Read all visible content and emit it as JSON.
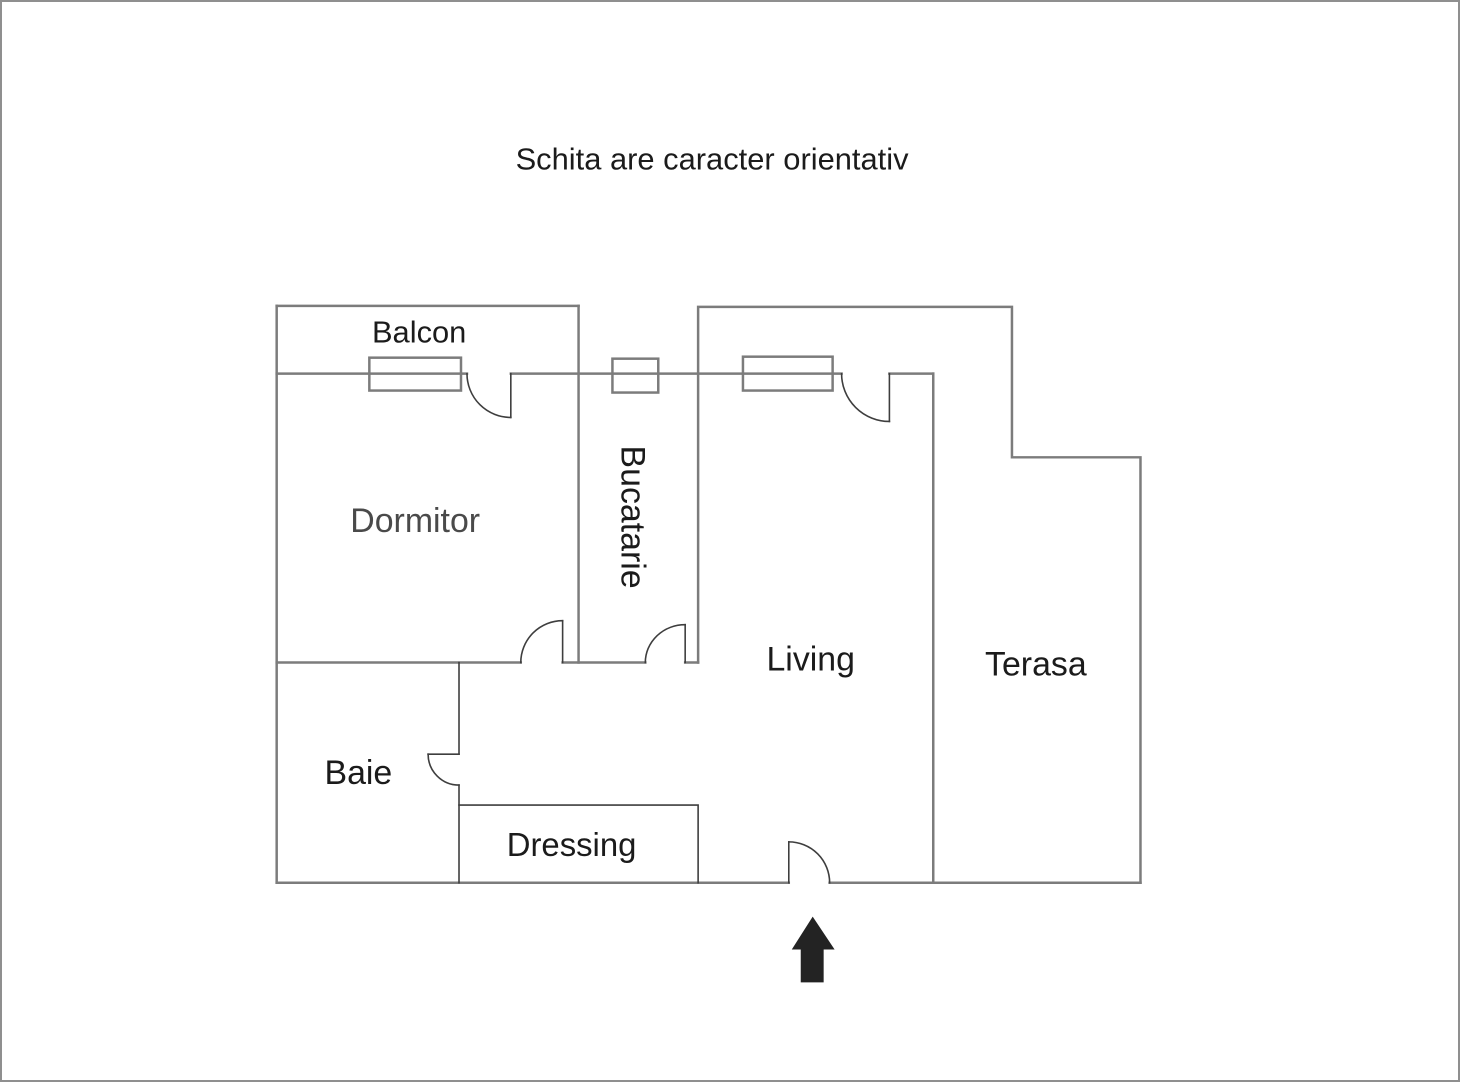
{
  "title": "Schita are caracter orientativ",
  "rooms": {
    "balcon": "Balcon",
    "dormitor": "Dormitor",
    "bucatarie": "Bucatarie",
    "living": "Living",
    "terasa": "Terasa",
    "baie": "Baie",
    "dressing": "Dressing"
  },
  "icons": {
    "entrance_arrow": "up-arrow"
  },
  "colors": {
    "wall": "#7c7c7c",
    "thin_line": "#3e3e3e",
    "text": "#1b1b1b",
    "dormitor_text": "#4a4a4a",
    "arrow": "#232323",
    "page_border": "#8f8f8f",
    "background": "#ffffff"
  }
}
